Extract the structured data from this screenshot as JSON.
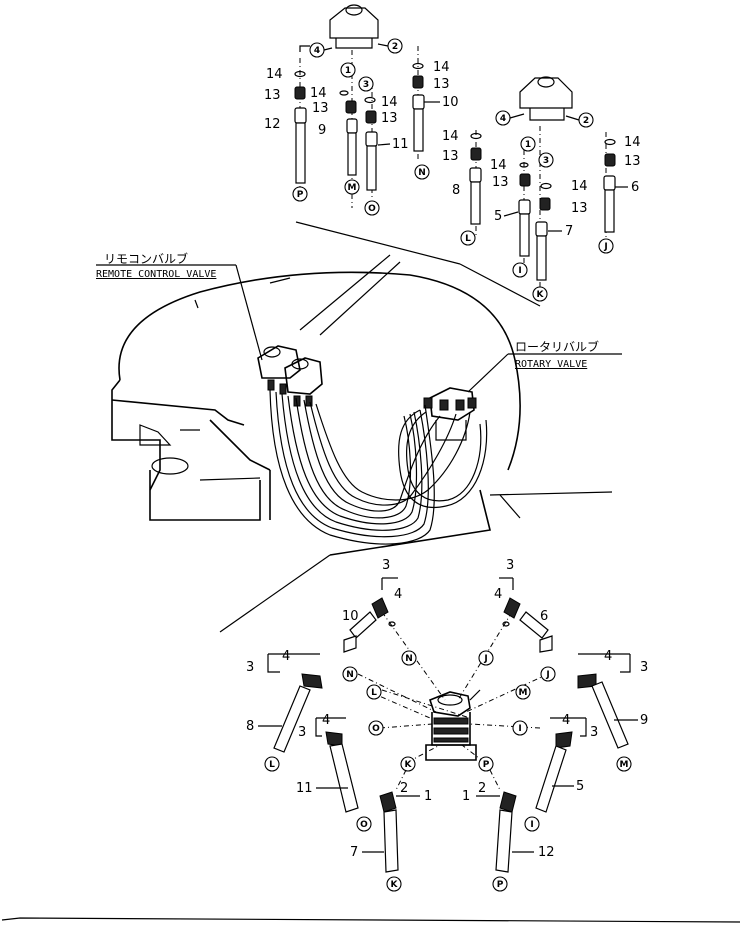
{
  "labels": {
    "remote_valve_jp": "リモコンバルブ",
    "remote_valve_en": "REMOTE CONTROL VALVE",
    "rotary_valve_jp": "ロータリバルブ",
    "rotary_valve_en": "ROTARY VALVE"
  },
  "parts": {
    "p1": "1",
    "p2": "2",
    "p3": "3",
    "p4": "4",
    "p5": "5",
    "p6": "6",
    "p7": "7",
    "p8": "8",
    "p9": "9",
    "p10": "10",
    "p11": "11",
    "p12": "12",
    "p13": "13",
    "p14": "14"
  },
  "connectors": {
    "P": "P",
    "M": "M",
    "O": "O",
    "N": "N",
    "L": "L",
    "I": "I",
    "K": "K",
    "J": "J"
  }
}
